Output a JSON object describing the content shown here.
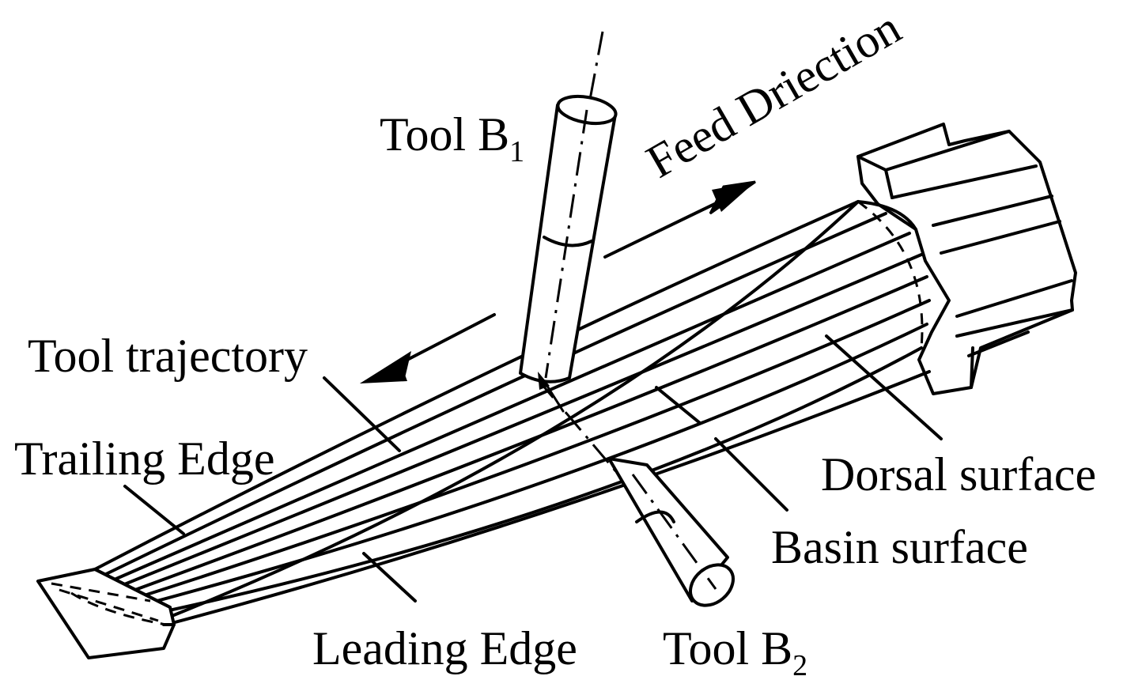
{
  "labels": {
    "tool_b1": "Tool B",
    "tool_b1_sub": "1",
    "feed_direction": "Feed Driection",
    "tool_trajectory": "Tool trajectory",
    "trailing_edge": "Trailing Edge",
    "dorsal_surface": "Dorsal surface",
    "basin_surface": "Basin surface",
    "leading_edge": "Leading Edge",
    "tool_b2": "Tool B",
    "tool_b2_sub": "2"
  },
  "colors": {
    "stroke": "#000000",
    "background": "#ffffff"
  }
}
